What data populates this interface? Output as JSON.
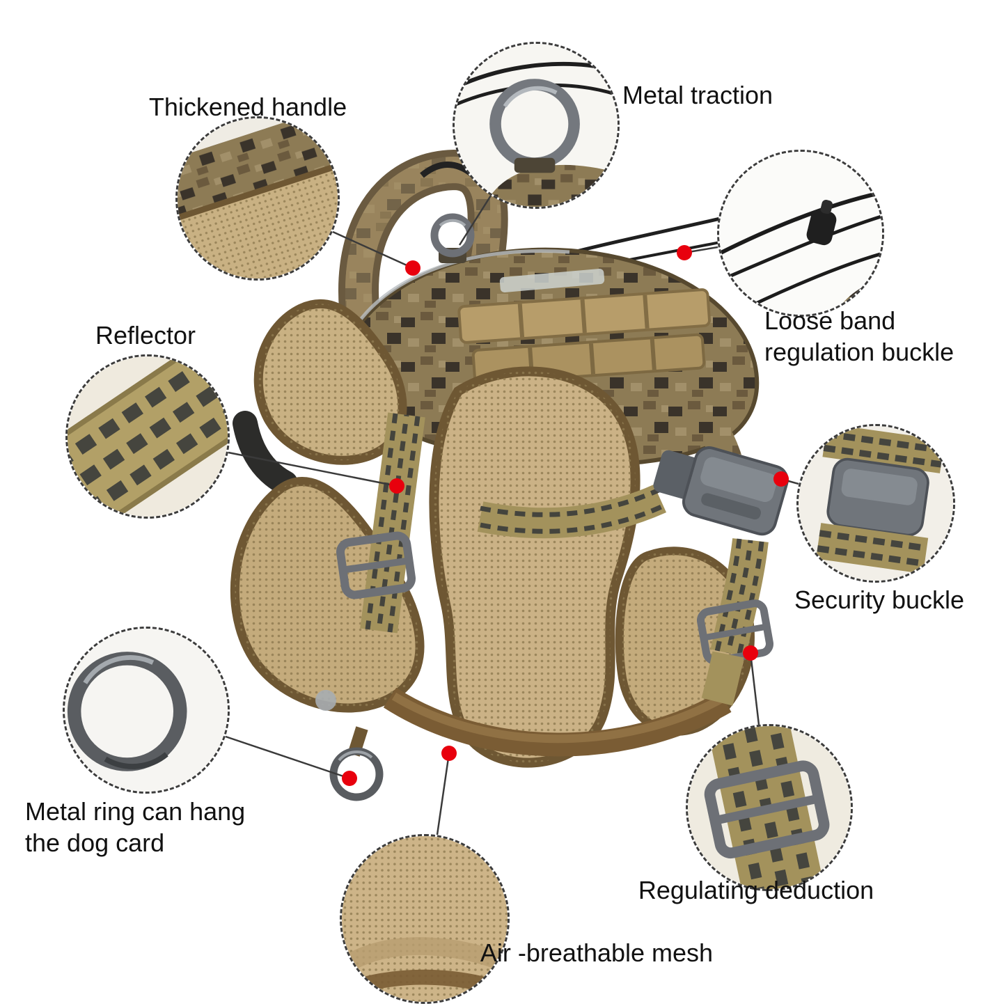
{
  "page": {
    "background": "#ffffff"
  },
  "marker_color": "#e8000d",
  "colors": {
    "camo_base": "#8d7b55",
    "camo_dark": "#3a332a",
    "pad_tan": "#c9b183",
    "trim_brown": "#6e5733",
    "webbing_khaki": "#a3925c",
    "webbing_stripe": "#45453e",
    "buckle_gray": "#70757b",
    "metal_gray": "#5a5d61",
    "cord_black": "#1e1e1e"
  },
  "annotations": [
    {
      "id": "thickened-handle",
      "label": "Thickened handle",
      "detail_icon": "padded-handle-closeup"
    },
    {
      "id": "metal-traction",
      "label": "Metal traction",
      "detail_icon": "metal-d-ring-closeup"
    },
    {
      "id": "loose-band-buckle",
      "label": "Loose band\nregulation buckle",
      "detail_icon": "elastic-cord-toggle-closeup"
    },
    {
      "id": "reflector",
      "label": "Reflector",
      "detail_icon": "reflective-webbing-closeup"
    },
    {
      "id": "security-buckle",
      "label": "Security buckle",
      "detail_icon": "side-release-buckle-closeup"
    },
    {
      "id": "metal-ring",
      "label": "Metal ring can hang\nthe dog card",
      "detail_icon": "metal-o-ring-closeup"
    },
    {
      "id": "regulating-deduction",
      "label": "Regulating deduction",
      "detail_icon": "strap-slider-closeup"
    },
    {
      "id": "air-breathable-mesh",
      "label": "Air -breathable mesh",
      "detail_icon": "mesh-fabric-closeup"
    }
  ]
}
